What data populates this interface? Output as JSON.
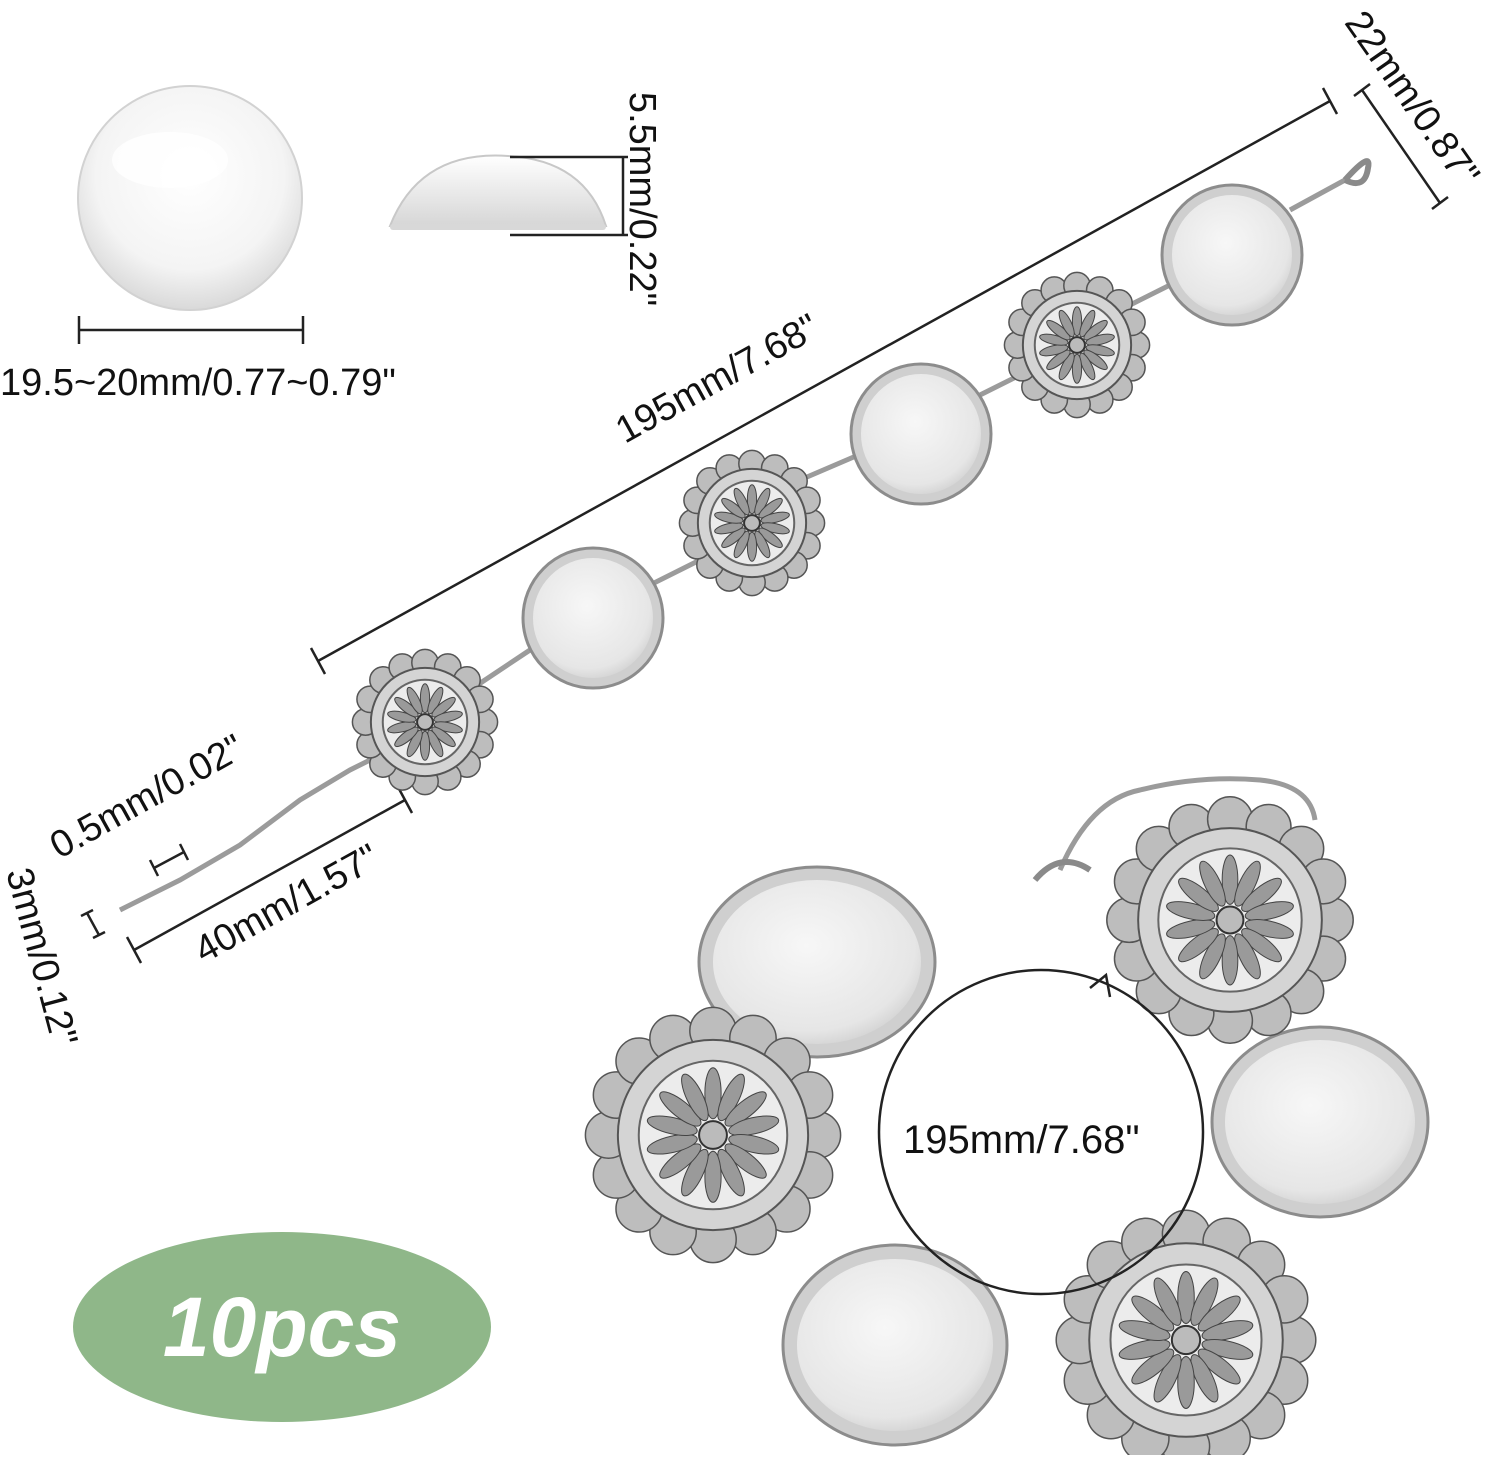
{
  "image": {
    "subject": "glass-cabochon-bracelet-kit",
    "colors": {
      "badge": "#8fb789",
      "metal": "#c9c9c9",
      "metal_dark": "#5c5c5c",
      "glass": "#eeeeee",
      "line": "#222222"
    }
  },
  "labels": {
    "cabochon_diameter": "19.5~20mm/0.77~0.79\"",
    "cabochon_height": "5.5mm/0.22\"",
    "bracelet_length": "195mm/7.68\"",
    "tray_diameter": "22mm/0.87\"",
    "chain_thickness": "0.5mm/0.02\"",
    "chain_link_width": "3mm/0.12\"",
    "extender_length": "40mm/1.57\"",
    "circumference": "195mm/7.68\""
  },
  "badge": {
    "text": "10pcs"
  }
}
